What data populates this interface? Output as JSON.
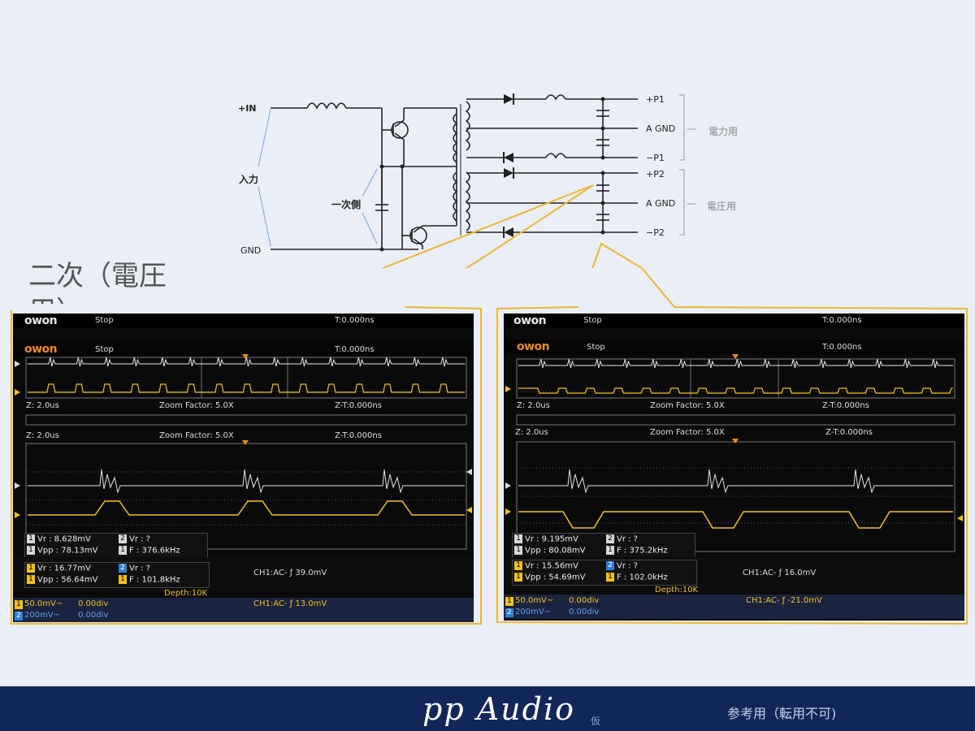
{
  "circuit": {
    "in_plus": "+IN",
    "in_label": "入力",
    "gnd": "GND",
    "primary_label": "一次側",
    "out_p1": "+P1",
    "agnd1": "A GND",
    "out_m1": "−P1",
    "out_p2": "+P2",
    "agnd2": "A GND",
    "out_m2": "−P2",
    "group_power": "電力用",
    "group_voltage": "電圧用"
  },
  "section_title": "二次（電圧用）",
  "scope_left": {
    "brand": "owon",
    "run_state": "Stop",
    "trig_time": "T:0.000ns",
    "brand_inner": "owon",
    "run_state_inner": "Stop",
    "trig_time_inner": "T:0.000ns",
    "zoom_z": "Z: 2.0us",
    "zoom_factor": "Zoom Factor: 5.0X",
    "zoom_zt": "Z-T:0.000ns",
    "zoom_z_inner": "Z: 2.0us",
    "zoom_factor_inner": "Zoom Factor: 5.0X",
    "zoom_zt_inner": "Z-T:0.000ns",
    "meas_back": {
      "vr1": "Vr : 8.628mV",
      "vr2": "Vr :   ?",
      "vpp": "Vpp : 78.13mV",
      "freq": "F : 376.6kHz"
    },
    "meas_front": {
      "vr1": "Vr : 16.77mV",
      "vr2": "Vr :   ?",
      "vpp": "Vpp : 56.64mV",
      "freq": "F : 101.8kHz"
    },
    "trigger_back": "CH1:AC- ƒ 39.0mV",
    "depth": "Depth:10K",
    "ch1_scale": "50.0mV~",
    "ch1_offset": "0.00div",
    "ch2_scale": "200mV~",
    "ch2_offset": "0.00div",
    "trigger": "CH1:AC- ƒ 13.0mV"
  },
  "scope_right": {
    "brand": "owon",
    "run_state": "Stop",
    "trig_time": "T:0.000ns",
    "brand_inner": "owon",
    "run_state_inner": "Stop",
    "trig_time_inner": "T:0.000ns",
    "zoom_z": "Z: 2.0us",
    "zoom_factor": "Zoom Factor: 5.0X",
    "zoom_zt": "Z-T:0.000ns",
    "zoom_z_inner": "Z: 2.0us",
    "zoom_factor_inner": "Zoom Factor: 5.0X",
    "zoom_zt_inner": "Z-T:0.000ns",
    "meas_back": {
      "vr1": "Vr : 9.195mV",
      "vr2": "Vr :   ?",
      "vpp": "Vpp : 80.08mV",
      "freq": "F : 375.2kHz"
    },
    "meas_front": {
      "vr1": "Vr : 15.56mV",
      "vr2": "Vr :   ?",
      "vpp": "Vpp : 54.69mV",
      "freq": "F : 102.0kHz"
    },
    "trigger_back": "CH1:AC- ƒ 16.0mV",
    "depth": "Depth:10K",
    "ch1_scale": "50.0mV~",
    "ch1_offset": "0.00div",
    "ch2_scale": "200mV~",
    "ch2_offset": "0.00div",
    "trigger": "CH1:AC- ƒ -21.0mV"
  },
  "footer": {
    "brand": "pp Audio",
    "small": "仮",
    "note": "参考用（転用不可)"
  },
  "colors": {
    "background": "#e9eef7",
    "footer": "#11275a",
    "callout": "#f0b72e",
    "ch1": "#f1c21b",
    "ch2": "#e6e6e6",
    "brand_orange": "#f08a1c"
  }
}
